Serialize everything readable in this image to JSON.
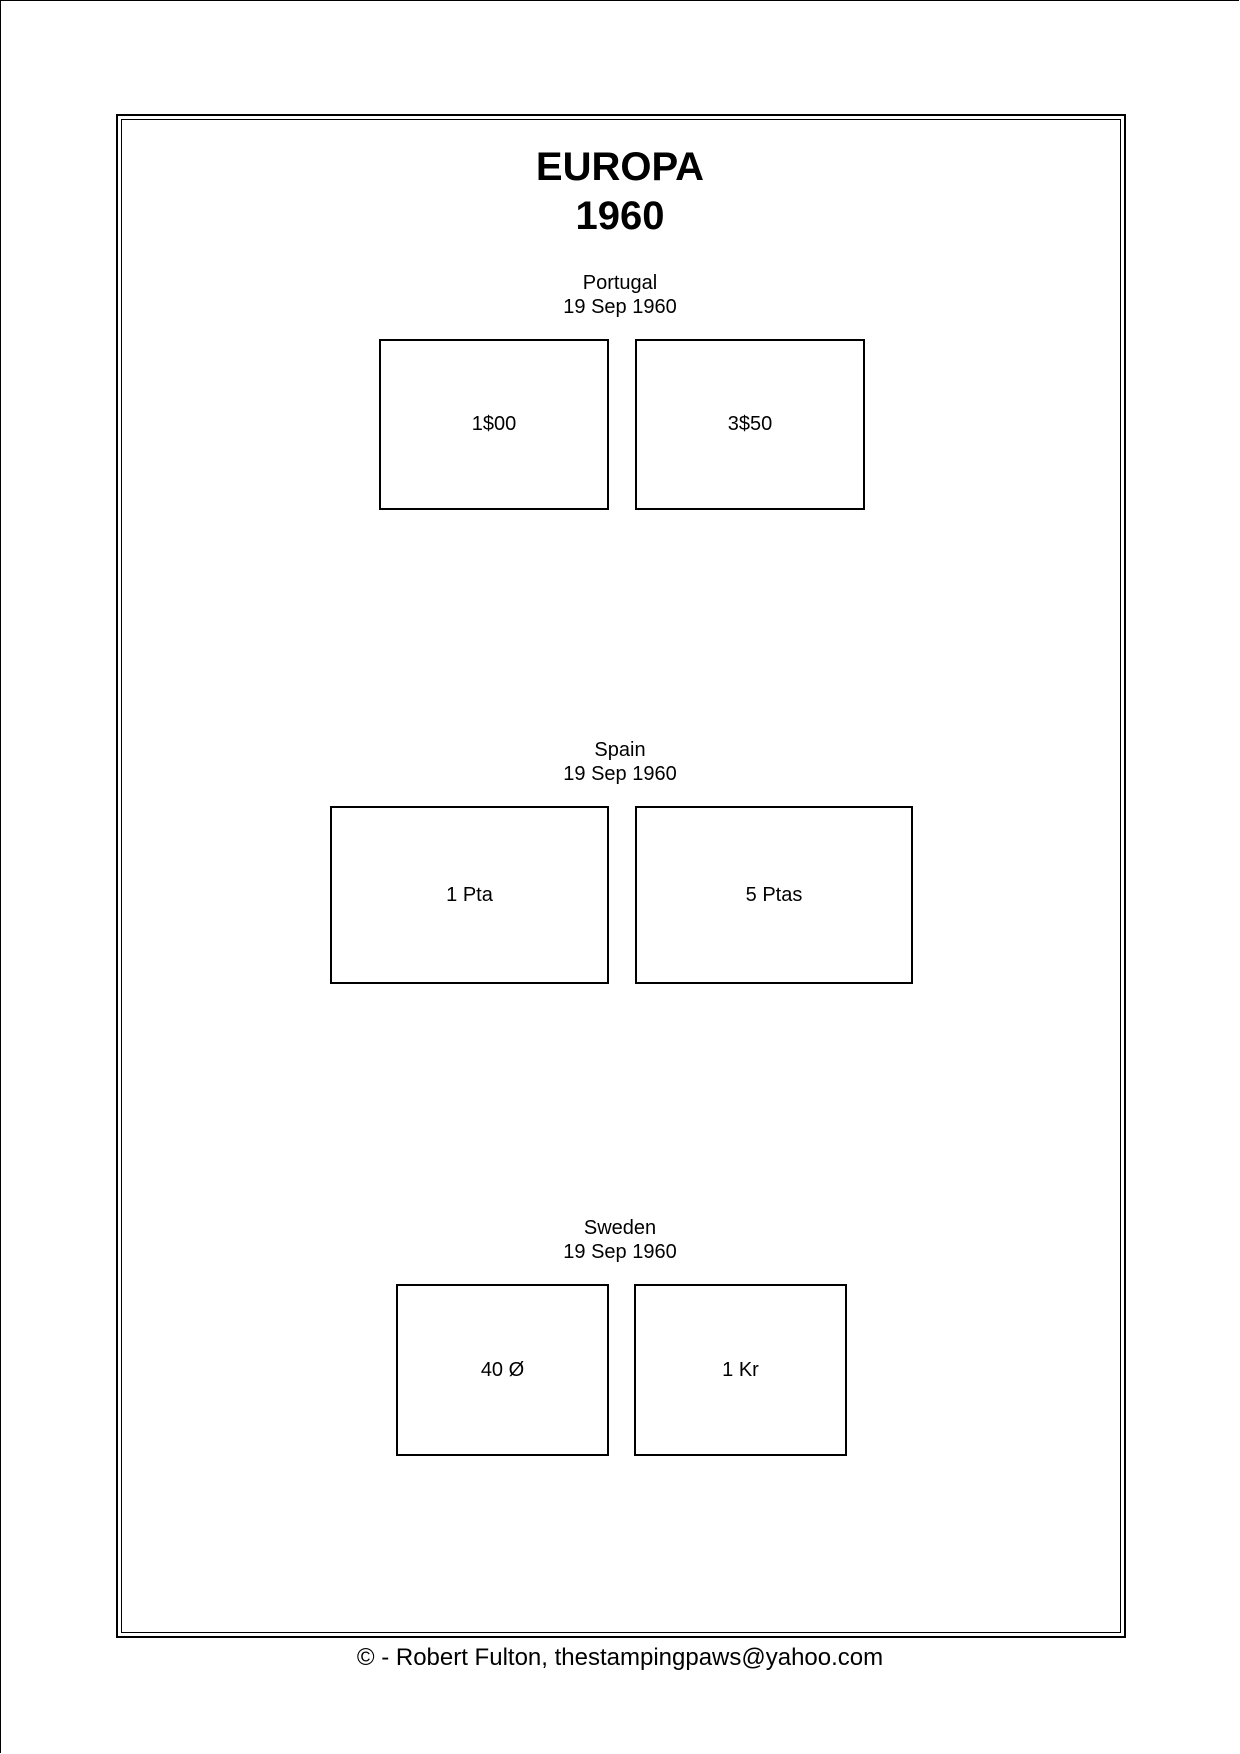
{
  "header": {
    "title_line1": "EUROPA",
    "title_line2": "1960"
  },
  "sections": [
    {
      "country": "Portugal",
      "date": "19 Sep 1960",
      "stamps": [
        "1$00",
        "3$50"
      ]
    },
    {
      "country": "Spain",
      "date": "19 Sep 1960",
      "stamps": [
        "1 Pta",
        "5 Ptas"
      ]
    },
    {
      "country": "Sweden",
      "date": "19 Sep 1960",
      "stamps": [
        "40 Ø",
        "1 Kr"
      ]
    }
  ],
  "footer": {
    "copyright": "© -  Robert Fulton, thestampingpaws@yahoo.com"
  }
}
